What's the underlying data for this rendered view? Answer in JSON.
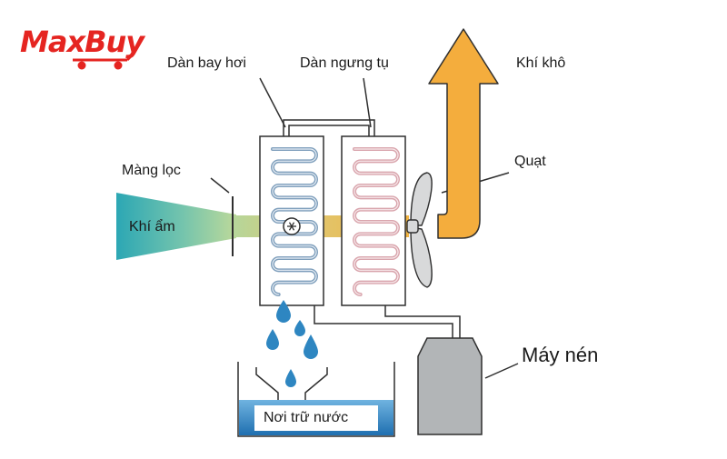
{
  "brand": {
    "name": "MaxBuy",
    "color": "#e52521"
  },
  "labels": {
    "evaporator": "Dàn bay hơi",
    "condenser": "Dàn ngưng tụ",
    "dry_air": "Khí khô",
    "fan": "Quạt",
    "filter": "Màng lọc",
    "humid_air": "Khí ẩm",
    "compressor": "Máy nén",
    "water_tank": "Nơi trữ nước"
  },
  "colors": {
    "evaporator_coil": "#7f9fbc",
    "condenser_coil": "#d9a5ad",
    "airflow_in": "#2ca7b4",
    "airflow_mid": "#8fc9a5",
    "airflow_out": "#f2b441",
    "dry_air_arrow": "#f4ad3d",
    "water": "#2e86c1",
    "compressor": "#b2b5b7",
    "outline": "#2f2f2f"
  },
  "icons": [
    "snowflake-icon",
    "fan-icon",
    "water-drop-icon",
    "cart-icon"
  ]
}
